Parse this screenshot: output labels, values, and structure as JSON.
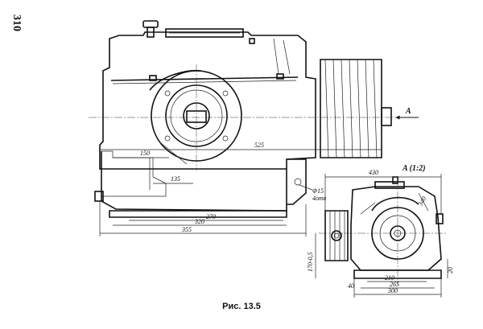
{
  "page_number": "310",
  "caption": "Рис. 13.5",
  "view_label": "A (1:2)",
  "arrow_label": "A",
  "main_view": {
    "dims": {
      "d525": "525",
      "d150": "150",
      "d135": "135",
      "d270": "270",
      "d320": "320",
      "d355": "355",
      "dphi15": "Φ15",
      "dholes": "4отв"
    }
  },
  "side_view": {
    "dims": {
      "d430": "430",
      "d340": "340",
      "d170": "170-0,5",
      "d20": "20",
      "d40": "40",
      "d210": "210",
      "d265": "265",
      "d300": "300"
    }
  }
}
